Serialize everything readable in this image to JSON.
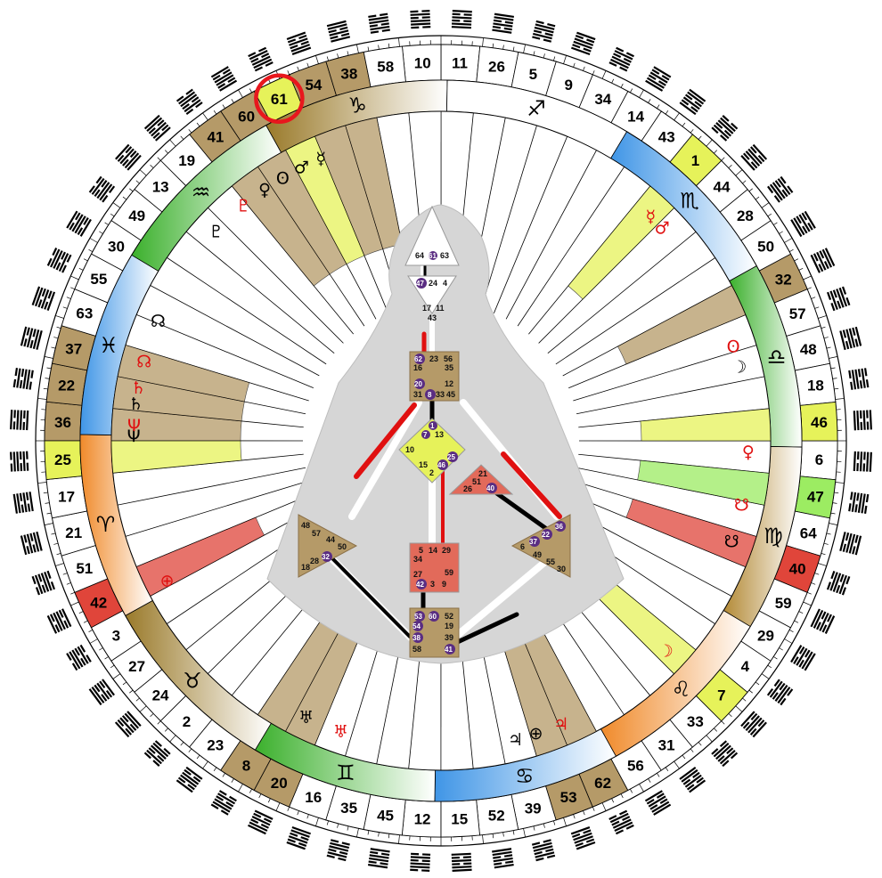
{
  "wheel": {
    "gates_clockwise_from_top": [
      "10",
      "11",
      "26",
      "5",
      "9",
      "34",
      "14",
      "43",
      "1",
      "44",
      "28",
      "50",
      "32",
      "57",
      "48",
      "18",
      "46",
      "6",
      "47",
      "64",
      "40",
      "59",
      "29",
      "4",
      "7",
      "33",
      "31",
      "56",
      "62",
      "53",
      "39",
      "52",
      "15",
      "12",
      "45",
      "35",
      "16",
      "20",
      "8",
      "23",
      "2",
      "24",
      "27",
      "3",
      "42",
      "51",
      "21",
      "17",
      "25",
      "36",
      "22",
      "37",
      "63",
      "55",
      "30",
      "49",
      "13",
      "19",
      "41",
      "60",
      "61",
      "54",
      "38",
      "58"
    ],
    "highlighted_gate": "61",
    "gate_fill_colors": {
      "1": "#e6f25a",
      "46": "#e6f25a",
      "25": "#e6f25a",
      "7": "#e6f25a",
      "61": "#e6f25a",
      "47": "#9cec62",
      "40": "#e0453a",
      "42": "#e0453a",
      "32": "#b59a68",
      "37": "#b59a68",
      "22": "#b59a68",
      "36": "#b59a68",
      "41": "#b59a68",
      "60": "#b59a68",
      "54": "#b59a68",
      "38": "#b59a68",
      "8": "#b59a68",
      "20": "#b59a68",
      "62": "#b59a68",
      "53": "#b59a68"
    },
    "signs": [
      {
        "glyph": "♑",
        "angle": -14,
        "color": "#9a7a2a"
      },
      {
        "glyph": "♐",
        "angle": 16,
        "color": "#ffffff"
      },
      {
        "glyph": "♏",
        "angle": 46,
        "color": "#3f95e6"
      },
      {
        "glyph": "♎",
        "angle": 76,
        "color": "#3bb02c"
      },
      {
        "glyph": "♍",
        "angle": 106,
        "color": "#b38a36"
      },
      {
        "glyph": "♌",
        "angle": 136,
        "color": "#f08a2a"
      },
      {
        "glyph": "♋",
        "angle": 166,
        "color": "#3f95e6"
      },
      {
        "glyph": "♊",
        "angle": 196,
        "color": "#3bb02c"
      },
      {
        "glyph": "♉",
        "angle": 226,
        "color": "#9a7a2a"
      },
      {
        "glyph": "♈",
        "angle": 256,
        "color": "#f08a2a"
      },
      {
        "glyph": "♓",
        "angle": 286,
        "color": "#3f95e6"
      },
      {
        "glyph": "♒",
        "angle": 316,
        "color": "#3bb02c"
      }
    ],
    "planets": [
      {
        "glyph": "♇",
        "angle": -47,
        "color": "#000000"
      },
      {
        "glyph": "♇",
        "angle": -40,
        "color": "#e01010"
      },
      {
        "glyph": "♀",
        "angle": -35,
        "color": "#000000"
      },
      {
        "glyph": "ʘ",
        "angle": -31,
        "color": "#000000"
      },
      {
        "glyph": "♂",
        "angle": -27,
        "color": "#000000"
      },
      {
        "glyph": "☿",
        "angle": -23,
        "color": "#000000"
      },
      {
        "glyph": "☿",
        "angle": 43,
        "color": "#e01010"
      },
      {
        "glyph": "♂",
        "angle": 46,
        "color": "#e01010"
      },
      {
        "glyph": "ʘ",
        "angle": 72,
        "color": "#e01010"
      },
      {
        "glyph": "☽",
        "angle": 76,
        "color": "#000000"
      },
      {
        "glyph": "♀",
        "angle": 92,
        "color": "#e01010"
      },
      {
        "glyph": "☋",
        "angle": 102,
        "color": "#e01010"
      },
      {
        "glyph": "☋",
        "angle": 109,
        "color": "#000000"
      },
      {
        "glyph": "☽",
        "angle": 133,
        "color": "#e01010"
      },
      {
        "glyph": "♃",
        "angle": 157,
        "color": "#e01010"
      },
      {
        "glyph": "♃",
        "angle": 166,
        "color": "#000000"
      },
      {
        "glyph": "⊕",
        "angle": 162,
        "color": "#000000"
      },
      {
        "glyph": "♅",
        "angle": 206,
        "color": "#000000"
      },
      {
        "glyph": "♅",
        "angle": 199,
        "color": "#e01010"
      },
      {
        "glyph": "⊕",
        "angle": 243,
        "color": "#e01010"
      },
      {
        "glyph": "♄",
        "angle": 277,
        "color": "#000000"
      },
      {
        "glyph": "♄",
        "angle": 280,
        "color": "#e01010"
      },
      {
        "glyph": "Ψ",
        "angle": 271,
        "color": "#000000"
      },
      {
        "glyph": "Ψ",
        "angle": 273,
        "color": "#e01010"
      },
      {
        "glyph": "☊",
        "angle": 293,
        "color": "#000000"
      },
      {
        "glyph": "☊",
        "angle": 285,
        "color": "#e01010"
      }
    ]
  },
  "bodygraph": {
    "head_gates": [
      "64",
      "61",
      "63"
    ],
    "ajna_gates": [
      "47",
      "24",
      "4",
      "17",
      "11",
      "43"
    ],
    "throat_gates": [
      "62",
      "23",
      "56",
      "16",
      "35",
      "20",
      "12",
      "31",
      "8",
      "33",
      "45"
    ],
    "g_gates": [
      "1",
      "7",
      "13",
      "10",
      "15",
      "2",
      "25",
      "46"
    ],
    "heart_gates": [
      "21",
      "51",
      "26",
      "40"
    ],
    "sacral_gates": [
      "5",
      "14",
      "29",
      "34",
      "59",
      "27",
      "42",
      "3",
      "9"
    ],
    "spleen_gates": [
      "48",
      "57",
      "44",
      "50",
      "28",
      "32",
      "18"
    ],
    "solar_gates": [
      "36",
      "22",
      "37",
      "6",
      "49",
      "55",
      "30"
    ],
    "root_gates": [
      "53",
      "60",
      "52",
      "54",
      "19",
      "38",
      "39",
      "58",
      "41"
    ]
  }
}
